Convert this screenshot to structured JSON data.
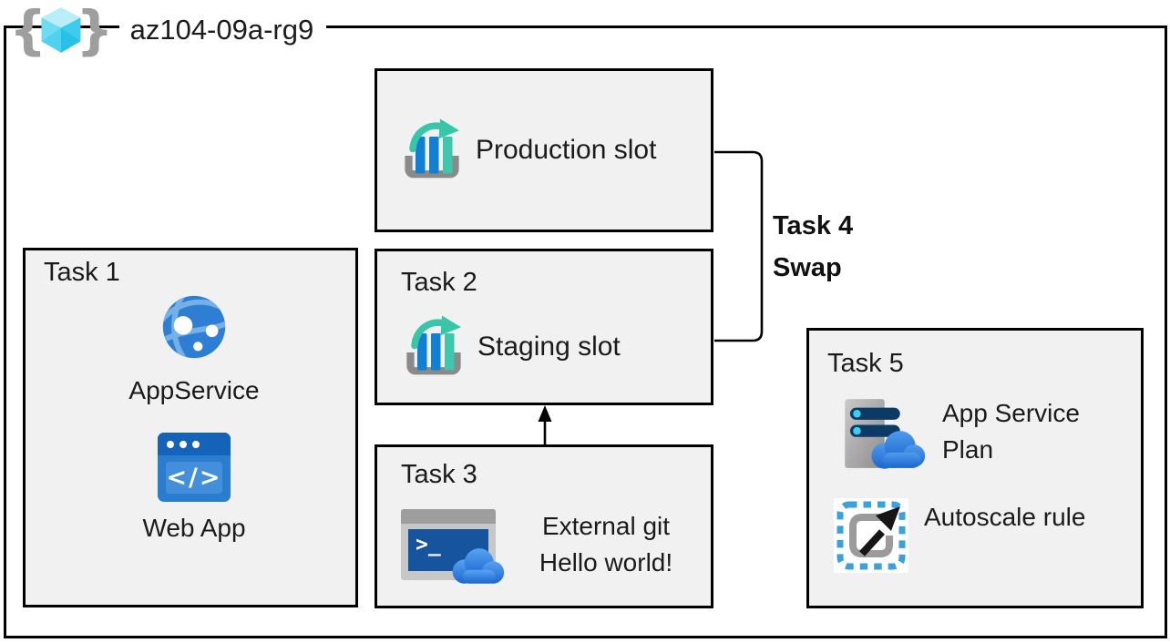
{
  "resource_group": {
    "name": "az104-09a-rg9"
  },
  "production_box": {
    "label": "Production slot"
  },
  "task1_box": {
    "title": "Task 1",
    "app_service_label": "AppService",
    "web_app_label": "Web App"
  },
  "task2_box": {
    "title": "Task 2",
    "label": "Staging slot"
  },
  "task3_box": {
    "title": "Task 3",
    "line1": "External git",
    "line2": "Hello world!"
  },
  "task4": {
    "title": "Task 4",
    "action": "Swap"
  },
  "task5_box": {
    "title": "Task 5",
    "plan_label": "App Service Plan",
    "autoscale_label": "Autoscale rule"
  },
  "icons": {
    "resource_group": "braces-with-cyan-cube",
    "deployment_slot": "bar-chart-with-swap-arrow",
    "app_service": "blue-globe-with-nodes",
    "web_app": "browser-window-code",
    "cloud_shell": "terminal-window-with-cloud",
    "app_service_plan": "server-tower-with-cloud",
    "autoscale": "dashed-box-diagonal-arrow",
    "web_app_glyph": "</>",
    "shell_glyph": ">_",
    "brace_left": "{",
    "brace_right": "}"
  },
  "colors": {
    "box_fill": "#f1f1f1",
    "box_border": "#000000",
    "bar_blue": "#1180d4",
    "bar_teal": "#3ec7ad",
    "tray_gray": "#8a8a8a",
    "globe_blue": "#2e7fd4",
    "cloud_blue": "#1b66cf",
    "pill_navy": "#0c3a64",
    "dot_cyan": "#38d1f4",
    "dash_blue": "#3aa1dc",
    "cube_cyan": "#29c2e9"
  }
}
